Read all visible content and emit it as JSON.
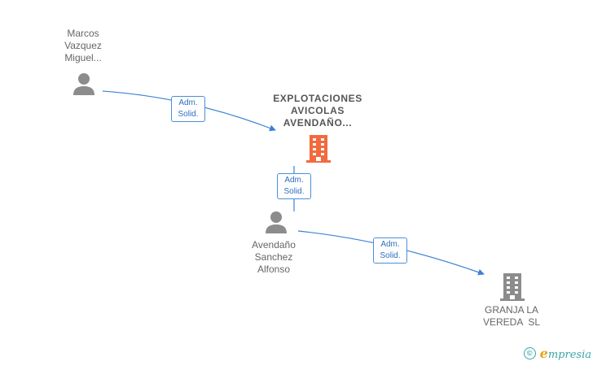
{
  "nodes": {
    "marcos": {
      "lines": [
        "Marcos",
        "Vazquez",
        "Miguel..."
      ]
    },
    "explotaciones": {
      "lines": [
        "EXPLOTACIONES",
        "AVICOLAS",
        "AVENDAÑO..."
      ]
    },
    "avendano": {
      "lines": [
        "Avendaño",
        "Sanchez",
        "Alfonso"
      ]
    },
    "granja": {
      "lines": [
        "GRANJA LA",
        "VEREDA  SL"
      ]
    }
  },
  "edges": [
    {
      "from": "marcos",
      "to": "explotaciones",
      "label": [
        "Adm.",
        "Solid."
      ]
    },
    {
      "from": "avendano",
      "to": "explotaciones",
      "label": [
        "Adm.",
        "Solid."
      ]
    },
    {
      "from": "avendano",
      "to": "granja",
      "label": [
        "Adm.",
        "Solid."
      ]
    }
  ],
  "colors": {
    "person": "#8c8c8c",
    "company_main": "#f26a3d",
    "company": "#8c8c8c",
    "edge": "#3b82d6"
  },
  "footer": {
    "copyright": "©",
    "brand_initial": "e",
    "brand_rest": "mpresia"
  }
}
